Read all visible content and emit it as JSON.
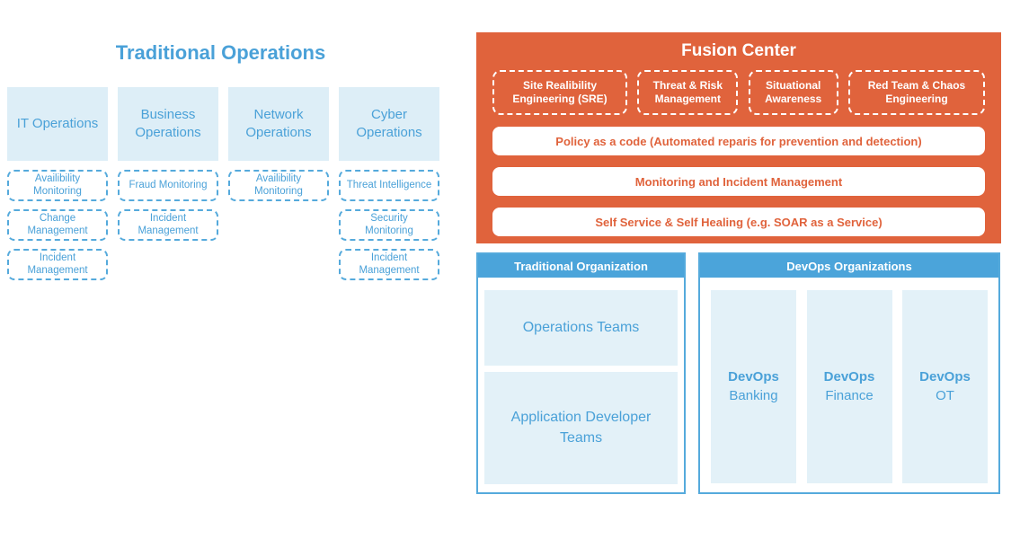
{
  "colors": {
    "accent_blue": "#4AA1D8",
    "header_blue": "#4BA4DA",
    "light_blue_fill": "#DDEEF7",
    "team_fill": "#E3F1F8",
    "dashed_blue_border": "#55AADC",
    "orange": "#E0633C",
    "white": "#FFFFFF"
  },
  "left": {
    "title": "Traditional Operations",
    "columns": [
      {
        "label": "IT Operations",
        "items": [
          "Availibility Monitoring",
          "Change Management",
          "Incident Management"
        ]
      },
      {
        "label": "Business Operations",
        "items": [
          "Fraud Monitoring",
          "Incident Management"
        ]
      },
      {
        "label": "Network Operations",
        "items": [
          "Availibility Monitoring"
        ]
      },
      {
        "label": "Cyber Operations",
        "items": [
          "Threat Intelligence",
          "Security Monitoring",
          "Incident Management"
        ]
      }
    ]
  },
  "fusion": {
    "title": "Fusion Center",
    "capabilities": [
      "Site Realibility Engineering (SRE)",
      "Threat & Risk Management",
      "Situational Awareness",
      "Red Team & Chaos Engineering"
    ],
    "layers": [
      "Policy as a code (Automated reparis for prevention and detection)",
      "Monitoring and Incident Management",
      "Self Service & Self Healing (e.g. SOAR as a Service)"
    ]
  },
  "bottom": {
    "traditional": {
      "title": "Traditional Organization",
      "teams": [
        "Operations Teams",
        "Application Developer Teams"
      ]
    },
    "devops": {
      "title": "DevOps Organizations",
      "teams": [
        {
          "bold": "DevOps",
          "sub": "Banking"
        },
        {
          "bold": "DevOps",
          "sub": "Finance"
        },
        {
          "bold": "DevOps",
          "sub": "OT"
        }
      ]
    }
  }
}
